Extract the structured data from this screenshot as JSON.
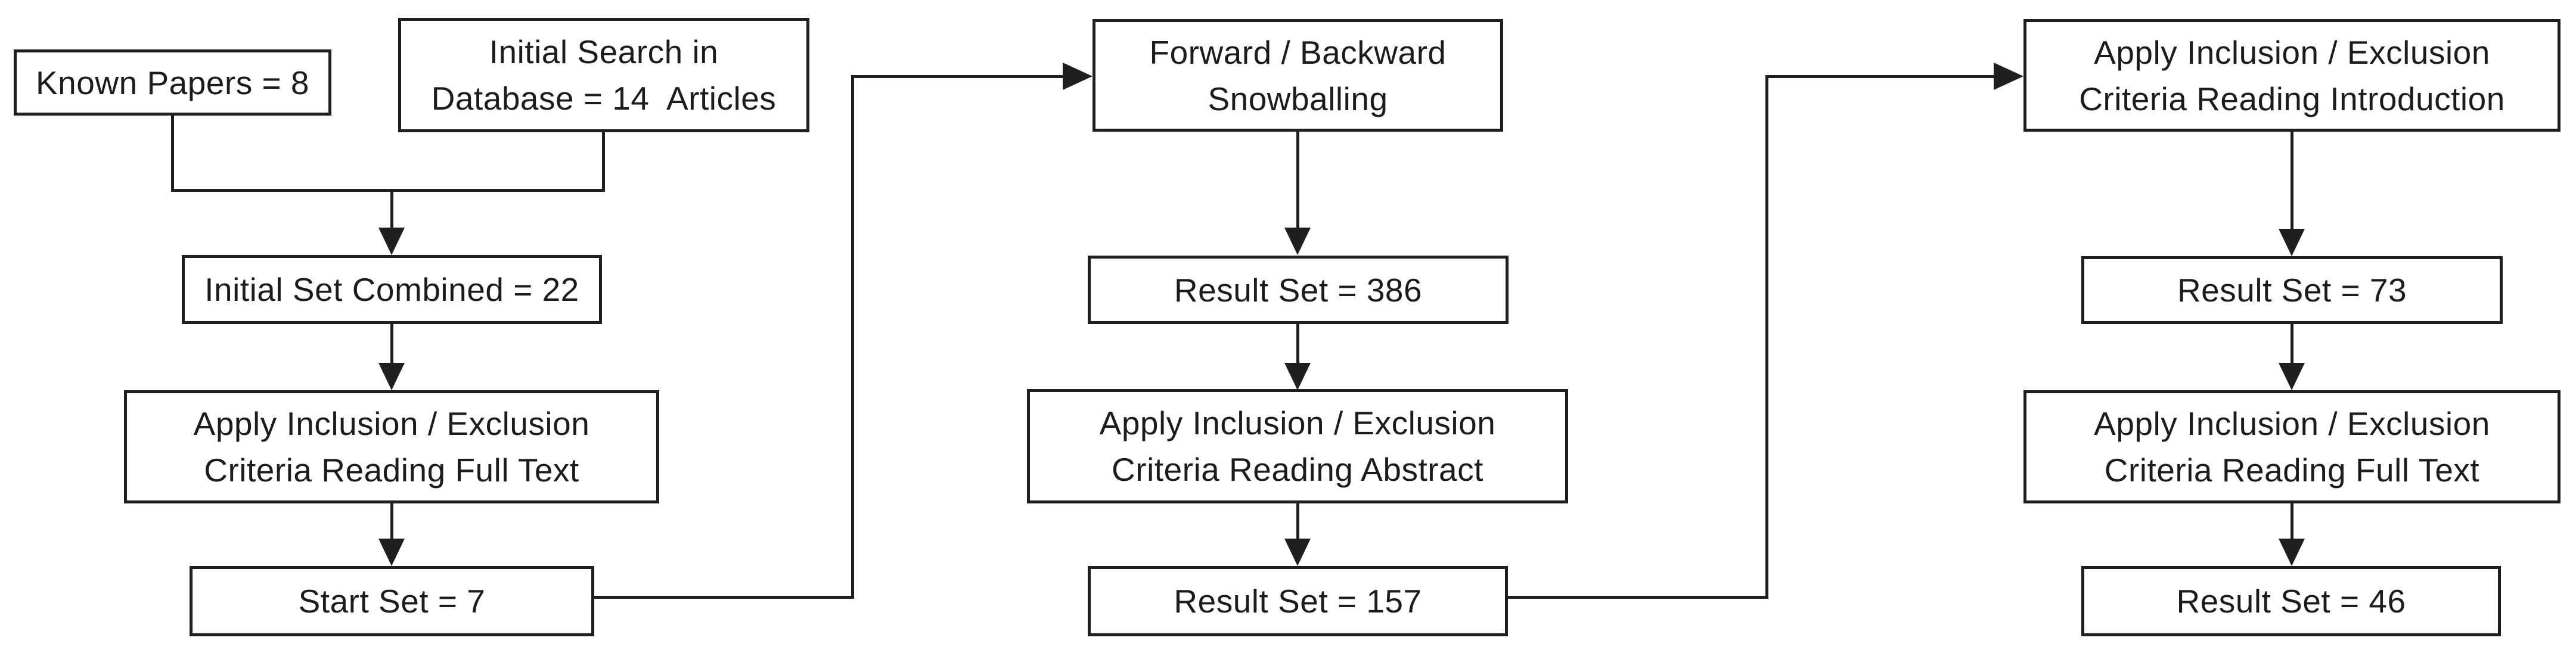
{
  "diagram": {
    "type": "flowchart",
    "background": "#ffffff",
    "line_color": "#1f1f1f",
    "text_color": "#1c1c1c"
  },
  "nodes": {
    "known_papers": {
      "label": "Known Papers = 8"
    },
    "initial_search": {
      "label": "Initial Search in\nDatabase = 14  Articles"
    },
    "initial_set": {
      "label": "Initial Set Combined = 22"
    },
    "apply_full_text_left": {
      "label": "Apply Inclusion / Exclusion\nCriteria Reading Full Text"
    },
    "start_set": {
      "label": "Start Set = 7"
    },
    "snowballing": {
      "label": "Forward / Backward\nSnowballing"
    },
    "result_386": {
      "label": "Result Set = 386"
    },
    "apply_abstract": {
      "label": "Apply Inclusion / Exclusion\nCriteria Reading Abstract"
    },
    "result_157": {
      "label": "Result Set = 157"
    },
    "apply_introduction": {
      "label": "Apply Inclusion / Exclusion\nCriteria Reading Introduction"
    },
    "result_73": {
      "label": "Result Set = 73"
    },
    "apply_full_text_right": {
      "label": "Apply Inclusion / Exclusion\nCriteria Reading Full Text"
    },
    "result_46": {
      "label": "Result Set = 46"
    }
  },
  "edges": [
    {
      "from": "known_papers",
      "to": "initial_set"
    },
    {
      "from": "initial_search",
      "to": "initial_set"
    },
    {
      "from": "initial_set",
      "to": "apply_full_text_left"
    },
    {
      "from": "apply_full_text_left",
      "to": "start_set"
    },
    {
      "from": "start_set",
      "to": "snowballing"
    },
    {
      "from": "snowballing",
      "to": "result_386"
    },
    {
      "from": "result_386",
      "to": "apply_abstract"
    },
    {
      "from": "apply_abstract",
      "to": "result_157"
    },
    {
      "from": "result_157",
      "to": "apply_introduction"
    },
    {
      "from": "apply_introduction",
      "to": "result_73"
    },
    {
      "from": "result_73",
      "to": "apply_full_text_right"
    },
    {
      "from": "apply_full_text_right",
      "to": "result_46"
    }
  ]
}
